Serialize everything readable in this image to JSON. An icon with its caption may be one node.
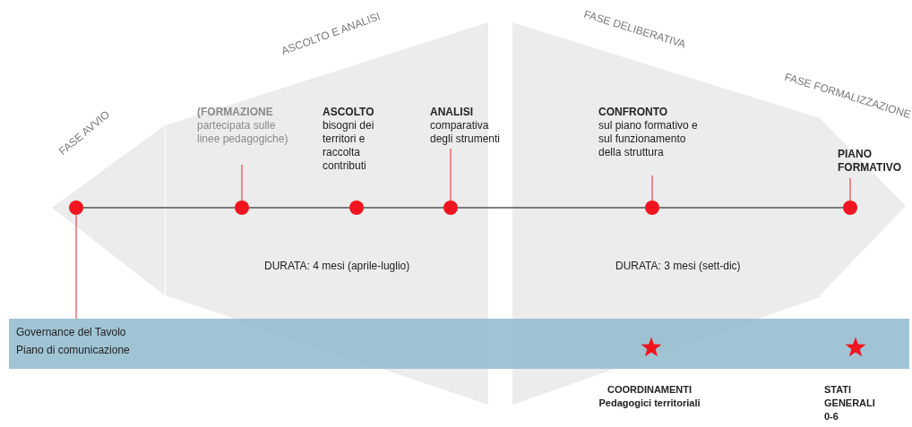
{
  "diagram": {
    "nodes": [
      {
        "text": [
          "FASE AVVIO"
        ]
      },
      {
        "text": [
          "ASCOLTO E ANALISI",
          "DURATA: 4 mesi (aprile-luglio)"
        ]
      },
      {
        "text": [
          "FASE DELIBERATIVA",
          "DURATA: 3 mesi (sett-dic)"
        ]
      },
      {
        "text": [
          "FASE FORMALIZZAZIONE"
        ]
      },
      {
        "text": [],
        "shape": "circle",
        "in": 0
      },
      {
        "text": [],
        "shape": "circle",
        "in": 1
      },
      {
        "text": [],
        "shape": "circle",
        "in": 1
      },
      {
        "text": [],
        "shape": "circle",
        "in": 1
      },
      {
        "text": [],
        "shape": "circle",
        "in": 2
      },
      {
        "text": [],
        "shape": "circle",
        "in": 3
      },
      {
        "text": [
          "(FORMAZIONE",
          "partecipata sulle linee pedagogiche)"
        ],
        "in": 1
      },
      {
        "text": [
          "ASCOLTO",
          "bisogni dei territori e raccolta contributi"
        ],
        "in": 1
      },
      {
        "text": [
          "ANALISI",
          "comparativa degli strumenti"
        ],
        "in": 1
      },
      {
        "text": [
          "CONFRONTO",
          "sul piano formativo e sul funzionamento della struttura"
        ],
        "in": 2
      },
      {
        "text": [
          "PIANO FORMATIVO"
        ],
        "in": 3
      },
      {
        "text": [
          "Governance del Tavolo",
          "Piano di comunicazione"
        ]
      },
      {
        "text": [],
        "shape": "star"
      },
      {
        "text": [],
        "shape": "star",
        "in": 15
      }
    ],
    "edges": [
      {
        "from": 4,
        "to": 5,
        "arrow": "none",
        "color": "#555555"
      },
      {
        "from": 5,
        "to": 6,
        "arrow": "none",
        "color": "#555555"
      },
      {
        "from": 6,
        "to": 7,
        "arrow": "none",
        "color": "#555555"
      },
      {
        "from": 7,
        "to": 8,
        "arrow": "none",
        "color": "#555555"
      },
      {
        "from": 8,
        "to": 9,
        "arrow": "none",
        "color": "#555555"
      },
      {
        "from": 10,
        "to": 5,
        "arrow": "none",
        "color": "#e0242c"
      },
      {
        "from": 12,
        "to": 7,
        "arrow": "none",
        "color": "#e0242c"
      },
      {
        "from": 13,
        "to": 8,
        "arrow": "none",
        "color": "#e0242c"
      },
      {
        "from": 14,
        "to": 9,
        "arrow": "none",
        "color": "#e0242c"
      },
      {
        "from": 4,
        "to": 15,
        "arrow": "none",
        "color": "#e0242c"
      }
    ],
    "labels": [
      "COORDINAMENTI Pedagogici territoriali",
      "STATI GENERALI 0-6"
    ]
  }
}
